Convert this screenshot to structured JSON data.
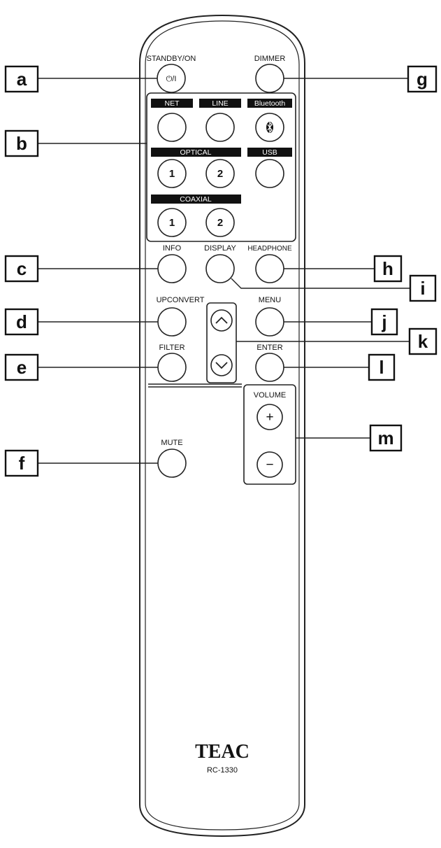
{
  "remote": {
    "brand": "TEAC",
    "model": "RC-1330",
    "standby_label": "STANDBY/ON",
    "standby_symbol": "⏻/I",
    "dimmer_label": "DIMMER",
    "net_label": "NET",
    "line_label": "LINE",
    "bluetooth_label": "Bluetooth",
    "optical_label": "OPTICAL",
    "usb_label": "USB",
    "coaxial_label": "COAXIAL",
    "optical_1": "1",
    "optical_2": "2",
    "coaxial_1": "1",
    "coaxial_2": "2",
    "info_label": "INFO",
    "display_label": "DISPLAY",
    "headphone_label": "HEADPHONE",
    "upconvert_label": "UPCONVERT",
    "menu_label": "MENU",
    "filter_label": "FILTER",
    "enter_label": "ENTER",
    "volume_label": "VOLUME",
    "volume_plus": "+",
    "volume_minus": "−",
    "mute_label": "MUTE"
  },
  "callouts": {
    "a": "a",
    "b": "b",
    "c": "c",
    "d": "d",
    "e": "e",
    "f": "f",
    "g": "g",
    "h": "h",
    "i": "i",
    "j": "j",
    "k": "k",
    "l": "l",
    "m": "m"
  }
}
